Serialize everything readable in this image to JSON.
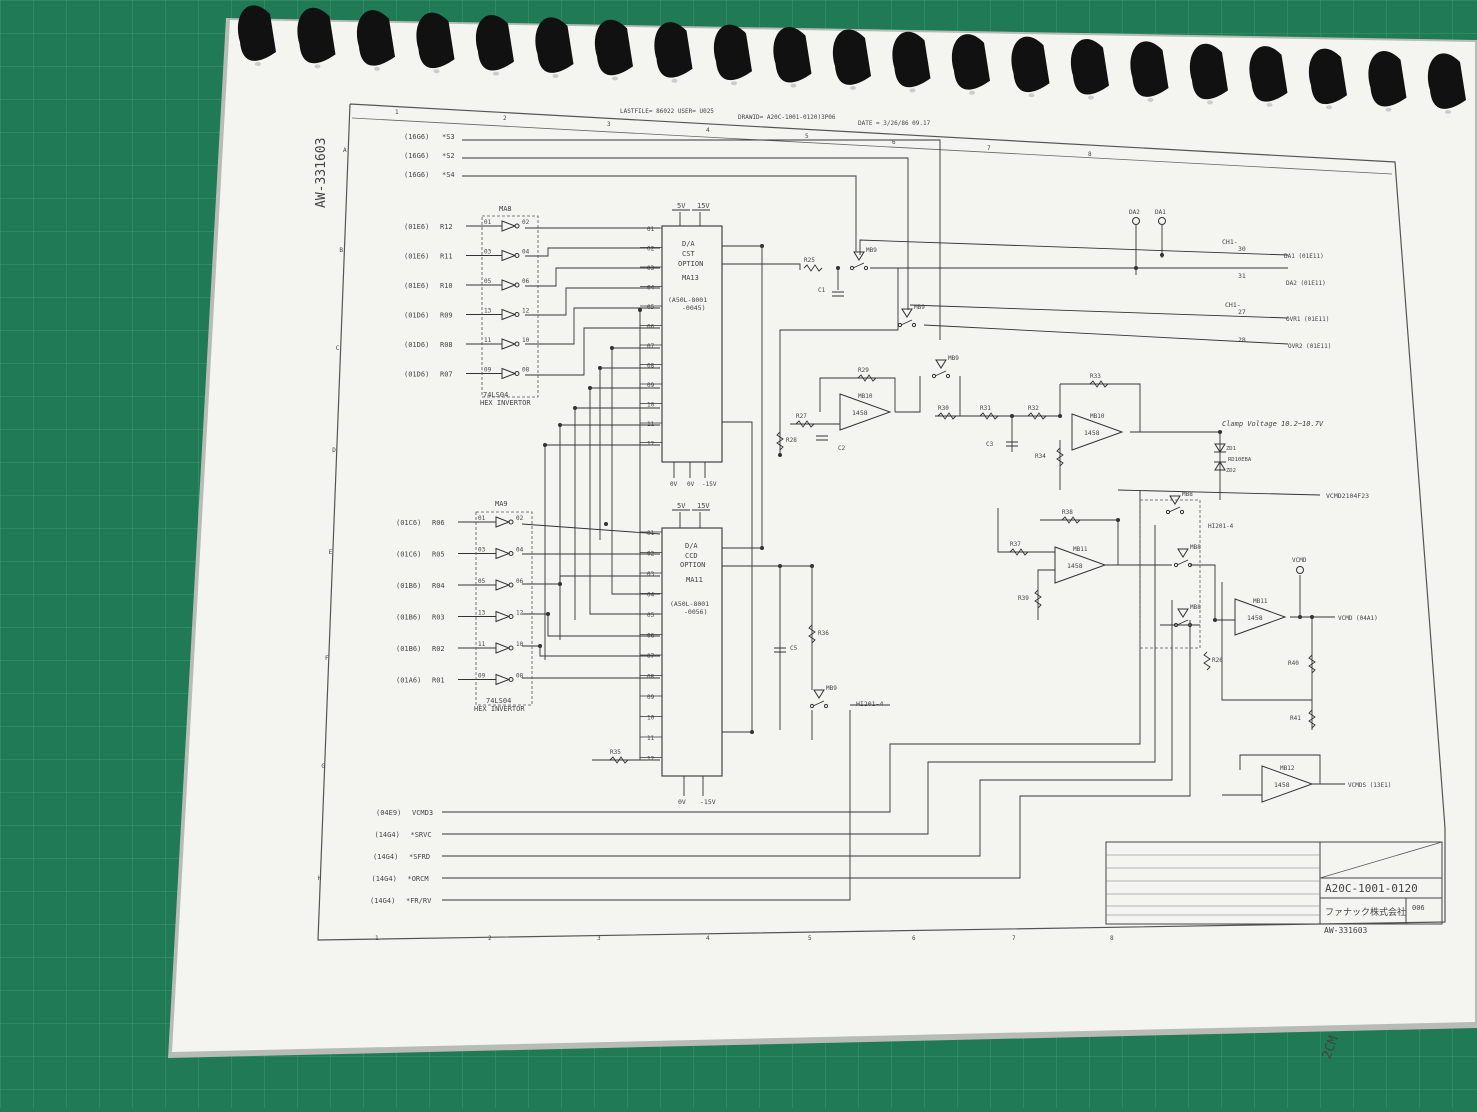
{
  "header": {
    "lastfile": "LASTFILE= 86022 USER= U025",
    "drawid": "DRAWID= A20C-1001-0120)3P06",
    "date": "DATE = 3/26/86 09.17"
  },
  "side_label": "AW-331603",
  "col_numbers": [
    "1",
    "2",
    "3",
    "4",
    "5",
    "6",
    "7",
    "8"
  ],
  "row_letters": [
    "A",
    "B",
    "C",
    "D",
    "E",
    "F",
    "G",
    "H"
  ],
  "left_inputs_top": [
    {
      "src": "(16G6)",
      "sig": "*S3"
    },
    {
      "src": "(16G6)",
      "sig": "*S2"
    },
    {
      "src": "(16G6)",
      "sig": "*S4"
    }
  ],
  "inverter_inputs_1": [
    {
      "src": "(01E6)",
      "sig": "R12",
      "pin_in": "01",
      "pin_out": "02"
    },
    {
      "src": "(01E6)",
      "sig": "R11",
      "pin_in": "03",
      "pin_out": "04"
    },
    {
      "src": "(01E6)",
      "sig": "R10",
      "pin_in": "05",
      "pin_out": "06"
    },
    {
      "src": "(01D6)",
      "sig": "R09",
      "pin_in": "13",
      "pin_out": "12"
    },
    {
      "src": "(01D6)",
      "sig": "R08",
      "pin_in": "11",
      "pin_out": "10"
    },
    {
      "src": "(01D6)",
      "sig": "R07",
      "pin_in": "09",
      "pin_out": "08"
    }
  ],
  "inverter_inputs_2": [
    {
      "src": "(01C6)",
      "sig": "R06",
      "pin_in": "01",
      "pin_out": "02"
    },
    {
      "src": "(01C6)",
      "sig": "R05",
      "pin_in": "03",
      "pin_out": "04"
    },
    {
      "src": "(01B6)",
      "sig": "R04",
      "pin_in": "05",
      "pin_out": "06"
    },
    {
      "src": "(01B6)",
      "sig": "R03",
      "pin_in": "13",
      "pin_out": "12"
    },
    {
      "src": "(01B6)",
      "sig": "R02",
      "pin_in": "11",
      "pin_out": "10"
    },
    {
      "src": "(01A6)",
      "sig": "R01",
      "pin_in": "09",
      "pin_out": "08"
    }
  ],
  "inv1": {
    "ref": "MA8",
    "part": "74LS04",
    "desc": "HEX INVERTOR"
  },
  "inv2": {
    "ref": "MA9",
    "part": "74LS04",
    "desc": "HEX INVERTOR"
  },
  "dac1": {
    "line1": "D/A",
    "line2": "CST",
    "line3": "OPTION",
    "ref": "MA13",
    "part": "(A50L-8001",
    "part2": "-0045)",
    "pwr": [
      "5V",
      "15V"
    ],
    "gnd": [
      "0V",
      "0V",
      "-15V"
    ]
  },
  "dac2": {
    "line1": "D/A",
    "line2": "CCD",
    "line3": "OPTION",
    "ref": "MA11",
    "part": "(A50L-8001",
    "part2": "-0056)",
    "pwr": [
      "5V",
      "15V"
    ],
    "gnd": [
      "0V",
      "-15V"
    ]
  },
  "dac_pins_left": [
    "01",
    "02",
    "03",
    "04",
    "05",
    "06",
    "07",
    "08",
    "09",
    "10",
    "11",
    "12"
  ],
  "bottom_inputs": [
    {
      "src": "(04E9)",
      "sig": "VCMD3"
    },
    {
      "src": "(14G4)",
      "sig": "*SRVC"
    },
    {
      "src": "(14G4)",
      "sig": "*SFRD"
    },
    {
      "src": "(14G4)",
      "sig": "*ORCM"
    },
    {
      "src": "(14G4)",
      "sig": "*FR/RV"
    }
  ],
  "outputs": [
    {
      "label": "CH1-",
      "pin": "30",
      "sig": "DA1 (01E11)"
    },
    {
      "label": "",
      "pin": "31",
      "sig": "DA2 (01E11)"
    },
    {
      "label": "CH1-",
      "pin": "27",
      "sig": "OVR1 (01E11)"
    },
    {
      "label": "",
      "pin": "28",
      "sig": "OVR2 (01E11)"
    }
  ],
  "test_points": [
    "DA2",
    "DA1",
    "VCMD"
  ],
  "components": {
    "resistors": [
      "R25",
      "R27",
      "R28",
      "R29",
      "R30",
      "R31",
      "R32",
      "R33",
      "R34",
      "R35",
      "R36",
      "R37",
      "R38",
      "R39",
      "R40",
      "R41",
      "R26"
    ],
    "caps": [
      "C1",
      "C2",
      "C3",
      "C5"
    ],
    "opamps": [
      {
        "ref": "MB10",
        "part": "1458"
      },
      {
        "ref": "MB10",
        "part": "1458"
      },
      {
        "ref": "MB11",
        "part": "1458"
      },
      {
        "ref": "MB11",
        "part": "1458"
      },
      {
        "ref": "MB12",
        "part": "1458"
      }
    ],
    "switches": [
      "MB9",
      "MB9",
      "MB9",
      "MB9",
      "MB8"
    ],
    "switch_part": "HI201-4",
    "zeners": [
      "ZD1",
      "ZD2"
    ],
    "zener_part": "RD10EBA",
    "clamp_note": "Clamp Voltage 10.2~10.7V"
  },
  "right_signals": {
    "vcmd_ref": "VCMD2104F23",
    "vcmd_out": "VCMD (04A1)",
    "vcmds_out": "VCMDS (13E1)"
  },
  "title_block": {
    "drawing_no": "A20C-1001-0120",
    "company": "ファナック株式会社",
    "sheet": "006",
    "bottom_id": "AW-331603"
  },
  "ruler_text": "2CM"
}
